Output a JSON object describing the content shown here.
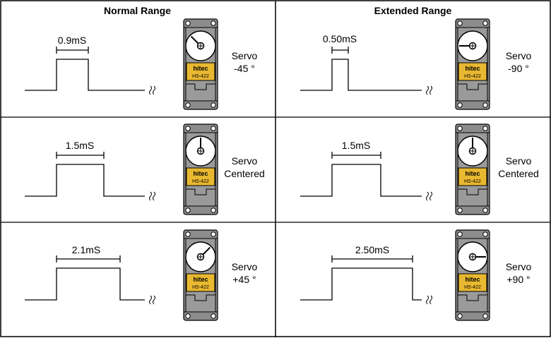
{
  "columns": [
    {
      "title": "Normal Range",
      "rows": [
        {
          "pulse": "0.9mS",
          "servo_line1": "Servo",
          "servo_line2": "-45 °",
          "angle": -45
        },
        {
          "pulse": "1.5mS",
          "servo_line1": "Servo",
          "servo_line2": "Centered",
          "angle": 0
        },
        {
          "pulse": "2.1mS",
          "servo_line1": "Servo",
          "servo_line2": "+45 °",
          "angle": 45
        }
      ]
    },
    {
      "title": "Extended Range",
      "rows": [
        {
          "pulse": "0.50mS",
          "servo_line1": "Servo",
          "servo_line2": "-90 °",
          "angle": -90
        },
        {
          "pulse": "1.5mS",
          "servo_line1": "Servo",
          "servo_line2": "Centered",
          "angle": 0
        },
        {
          "pulse": "2.50mS",
          "servo_line1": "Servo",
          "servo_line2": "+90 °",
          "angle": 90
        }
      ]
    }
  ],
  "servo": {
    "brand": "hitec",
    "model": "HS-422"
  },
  "colors": {
    "servo_body": "#8c8c8c",
    "label_gold": "#e8b830",
    "border": "#000000"
  }
}
